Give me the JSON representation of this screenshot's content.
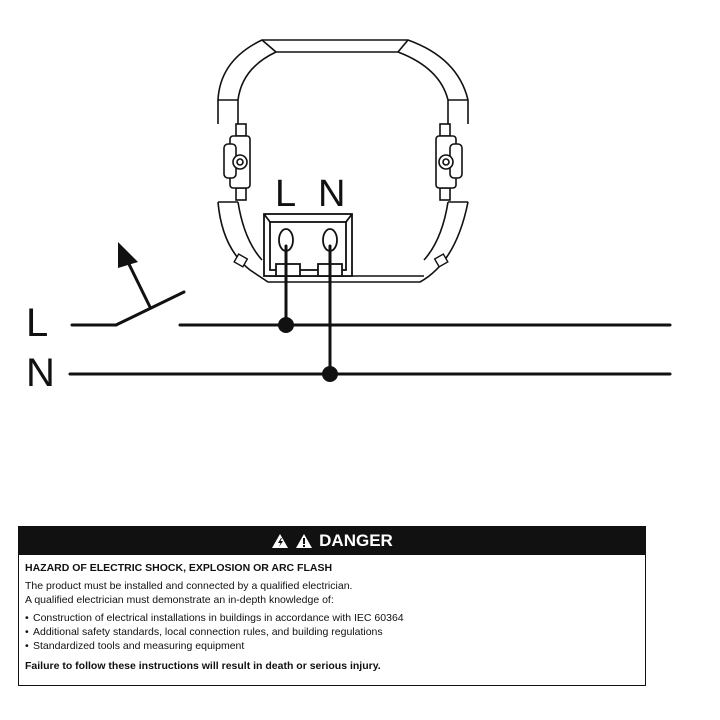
{
  "diagram": {
    "line_label": "L",
    "neutral_label": "N",
    "terminal_l": "L",
    "terminal_n": "N"
  },
  "danger": {
    "header": "DANGER",
    "title": "HAZARD OF ELECTRIC SHOCK, EXPLOSION OR ARC FLASH",
    "intro": [
      "The product must be installed and connected by a qualified electrician.",
      "A qualified electrician must demonstrate an in-depth knowledge of:"
    ],
    "bullets": [
      "Construction of electrical installations in buildings in accordance with IEC 60364",
      "Additional safety standards, local connection rules, and building regulations",
      "Standardized tools and measuring equipment"
    ],
    "warning": "Failure to follow these instructions will result in death or serious injury."
  }
}
